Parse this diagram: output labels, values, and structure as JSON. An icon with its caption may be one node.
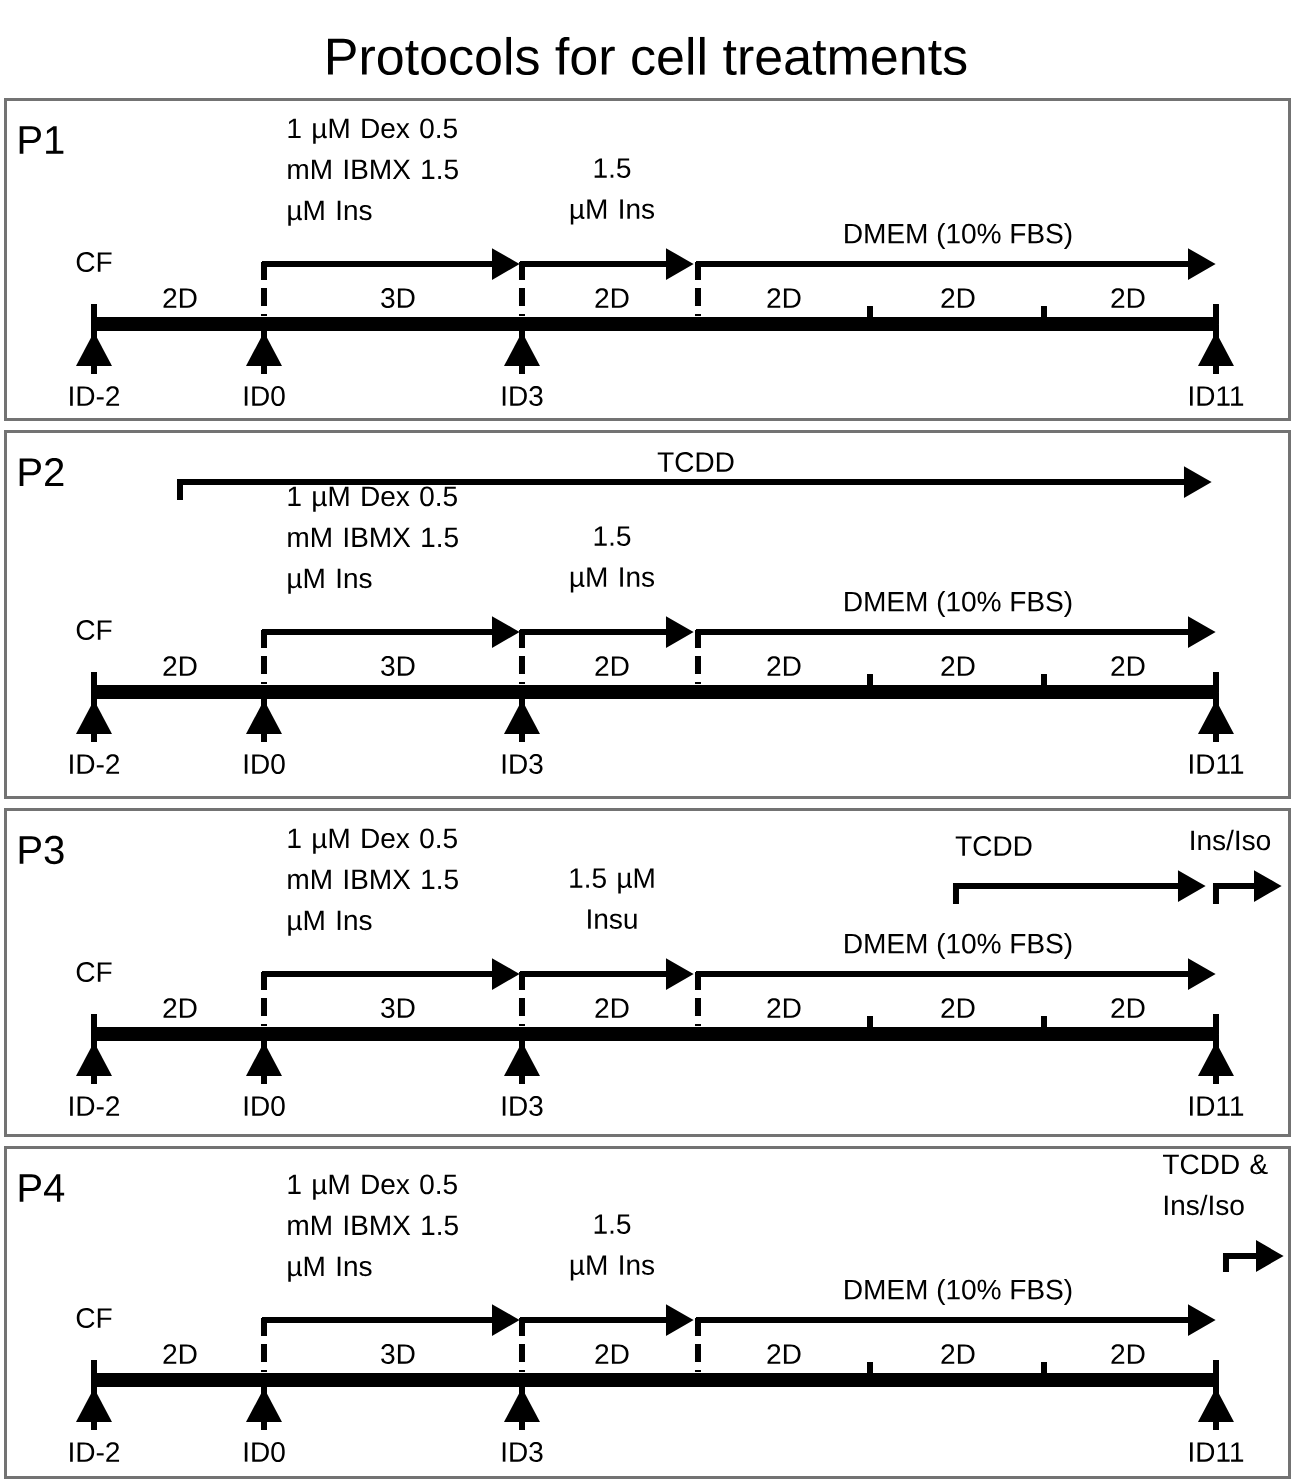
{
  "diagram": {
    "title": "Protocols for cell treatments",
    "nodes": [
      {
        "text": [
          "P1",
          "1 µM Dex 0.5 mM IBMX 1.5 µM Ins",
          "1.5 µM Ins",
          "DMEM (10% FBS)",
          "CF",
          "2D",
          "3D",
          "2D",
          "2D",
          "2D",
          "2D",
          "ID-2",
          "ID0",
          "ID3",
          "ID11"
        ]
      },
      {
        "text": [
          "P2",
          "TCDD",
          "1 µM Dex 0.5 mM IBMX 1.5 µM Ins",
          "1.5 µM Ins",
          "DMEM (10% FBS)",
          "CF",
          "2D",
          "3D",
          "2D",
          "2D",
          "2D",
          "2D",
          "ID-2",
          "ID0",
          "ID3",
          "ID11"
        ]
      },
      {
        "text": [
          "P3",
          "1 µM Dex 0.5 mM IBMX 1.5 µM Ins",
          "1.5 µM Insu",
          "TCDD",
          "Ins/Iso",
          "DMEM (10% FBS)",
          "CF",
          "2D",
          "3D",
          "2D",
          "2D",
          "2D",
          "2D",
          "ID-2",
          "ID0",
          "ID3",
          "ID11"
        ]
      },
      {
        "text": [
          "P4",
          "1 µM Dex 0.5 mM IBMX 1.5 µM Ins",
          "1.5 µM Ins",
          "TCDD & Ins/Iso",
          "DMEM (10% FBS)",
          "CF",
          "2D",
          "3D",
          "2D",
          "2D",
          "2D",
          "2D",
          "ID-2",
          "ID0",
          "ID3",
          "ID11"
        ]
      }
    ]
  }
}
